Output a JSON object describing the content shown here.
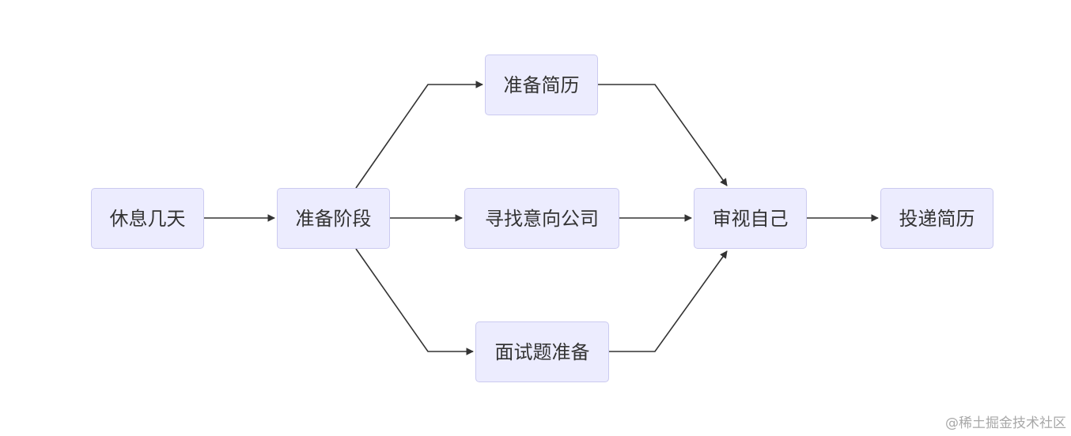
{
  "nodes": {
    "rest": "休息几天",
    "prep": "准备阶段",
    "resume": "准备简历",
    "company": "寻找意向公司",
    "interview": "面试题准备",
    "review": "审视自己",
    "submit": "投递简历"
  },
  "edges": [
    {
      "from": "rest",
      "to": "prep"
    },
    {
      "from": "prep",
      "to": "resume"
    },
    {
      "from": "prep",
      "to": "company"
    },
    {
      "from": "prep",
      "to": "interview"
    },
    {
      "from": "resume",
      "to": "review"
    },
    {
      "from": "company",
      "to": "review"
    },
    {
      "from": "interview",
      "to": "review"
    },
    {
      "from": "review",
      "to": "submit"
    }
  ],
  "colors": {
    "node_fill": "#ececfe",
    "node_border": "#cbcaf0",
    "edge": "#333333",
    "text": "#333333"
  },
  "watermark": "@稀土掘金技术社区"
}
